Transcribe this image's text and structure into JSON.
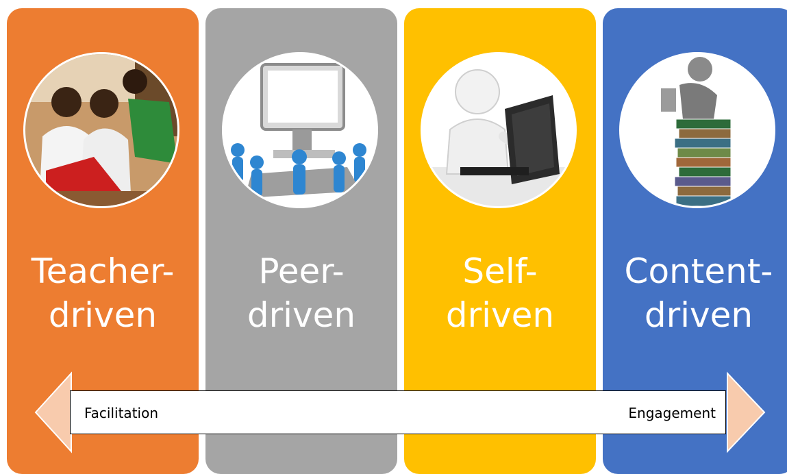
{
  "columns": [
    {
      "line1": "Teacher-",
      "line2": "driven",
      "color": "#ED7D31",
      "icon": "students-at-laptop-photo"
    },
    {
      "line1": "Peer-",
      "line2": "driven",
      "color": "#A5A5A5",
      "icon": "people-around-computer-icon"
    },
    {
      "line1": "Self-",
      "line2": "driven",
      "color": "#FFC000",
      "icon": "figure-at-computer-icon"
    },
    {
      "line1": "Content-",
      "line2": "driven",
      "color": "#4472C4",
      "icon": "figure-on-book-stack-icon"
    }
  ],
  "scale": {
    "left_label": "Facilitation",
    "right_label": "Engagement",
    "arrow_color": "#F8CBAD"
  }
}
